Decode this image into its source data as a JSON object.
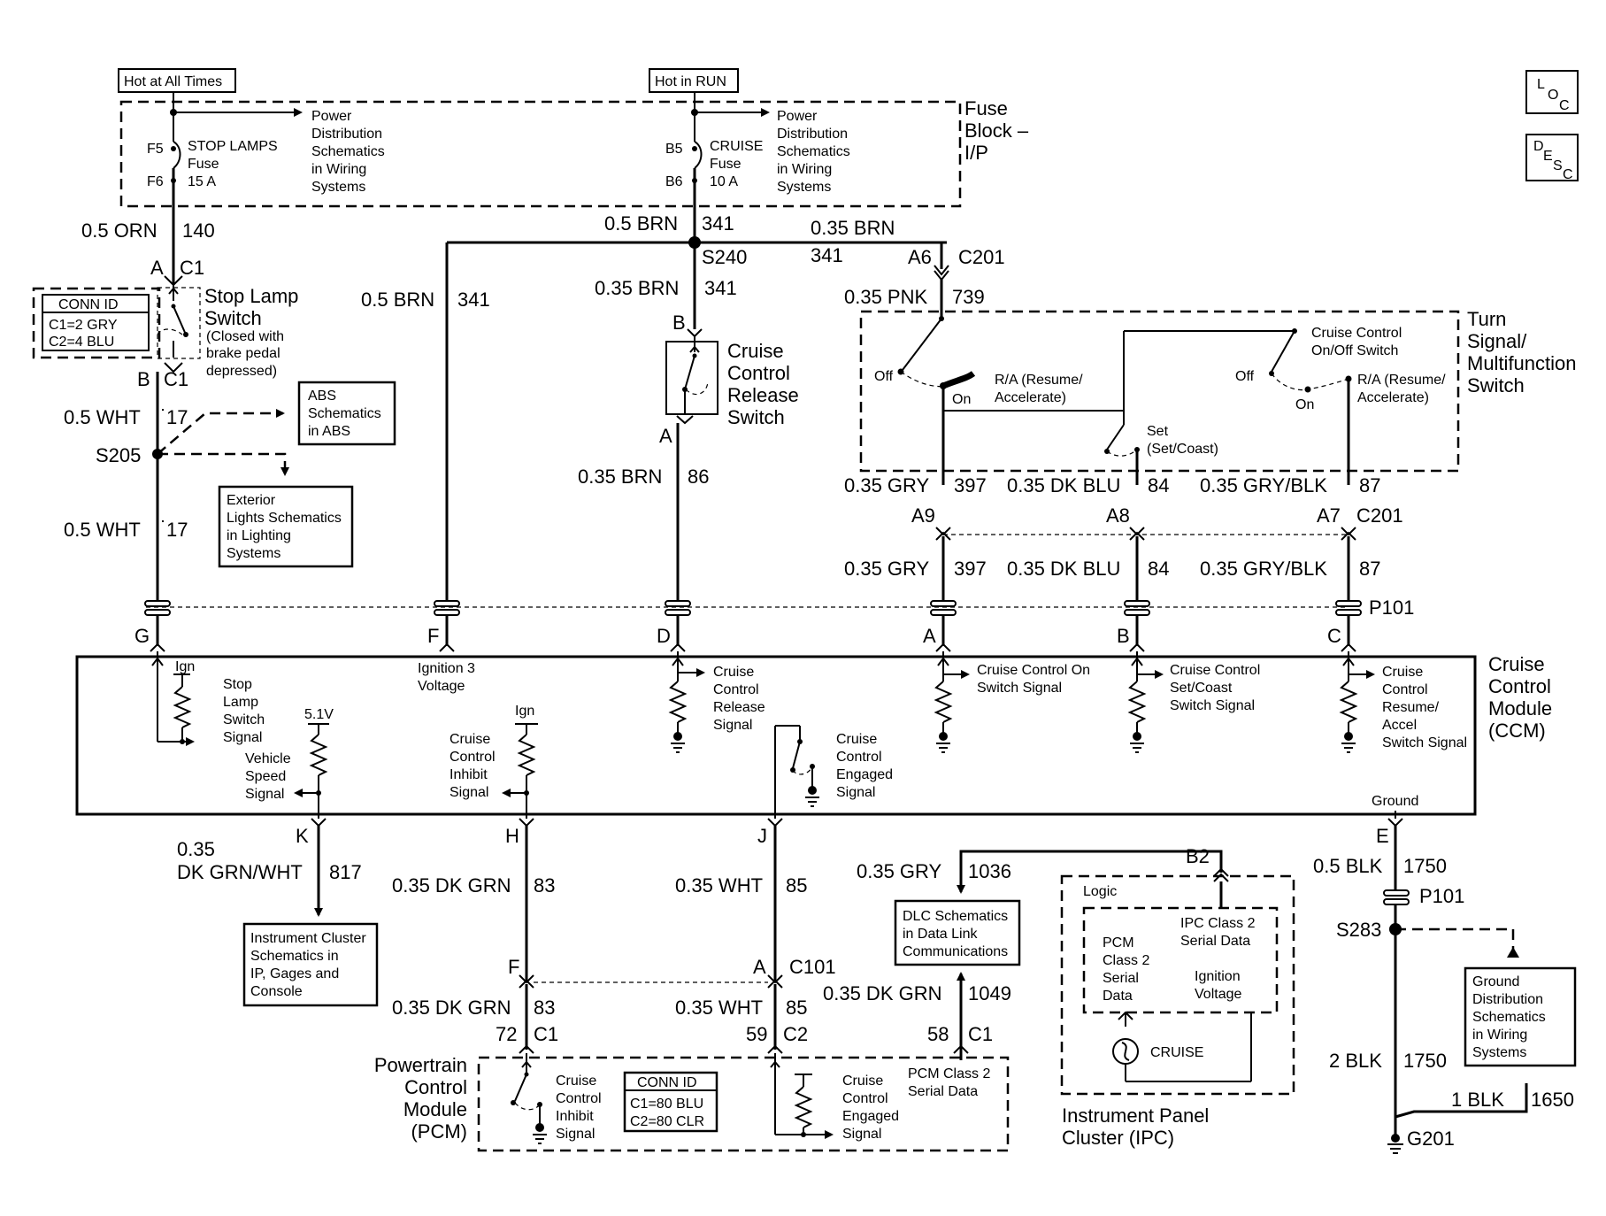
{
  "icons": {
    "loc": {
      "letters": [
        "L",
        "O",
        "C"
      ]
    },
    "desc": {
      "letters": [
        "D",
        "E",
        "S",
        "C"
      ]
    }
  },
  "power": {
    "hot_all": "Hot at All Times",
    "hot_run": "Hot in RUN",
    "fuse_block_label": [
      "Fuse",
      "Block –",
      "I/P"
    ],
    "pds_note": [
      "Power",
      "Distribution",
      "Schematics",
      "in Wiring",
      "Systems"
    ],
    "stop_fuse": {
      "top_pin": "F5",
      "bottom_pin": "F6",
      "label": [
        "STOP LAMPS",
        "Fuse",
        "15 A"
      ]
    },
    "cruise_fuse": {
      "top_pin": "B5",
      "bottom_pin": "B6",
      "label": [
        "CRUISE",
        "Fuse",
        "10 A"
      ]
    }
  },
  "stop_lamp": {
    "wire_top": {
      "gauge": "0.5 ORN",
      "circuit": "140"
    },
    "pin_a": "A",
    "conn_a": "C1",
    "conn_id_title": "CONN ID",
    "conn_id_lines": [
      "C1=2 GRY",
      "C2=4 BLU"
    ],
    "label": [
      "Stop Lamp",
      "Switch"
    ],
    "sub": [
      "(Closed with",
      "brake pedal",
      "depressed)"
    ],
    "pin_b": "B",
    "conn_b": "C1",
    "wire_bottom": {
      "gauge": "0.5 WHT",
      "circuit": "17"
    },
    "splice": "S205",
    "abs_note": [
      "ABS",
      "Schematics",
      "in ABS"
    ],
    "ext_note": [
      "Exterior",
      "Lights Schematics",
      "in Lighting",
      "Systems"
    ],
    "wire_lower": {
      "gauge": "0.5 WHT",
      "circuit": "17"
    }
  },
  "cruise_feed": {
    "wire_top": {
      "gauge": "0.5 BRN",
      "circuit": "341"
    },
    "splice": "S240",
    "left_wire": {
      "gauge": "0.5 BRN",
      "circuit": "341"
    },
    "right_wire": {
      "gauge": "0.35 BRN",
      "circuit": "341"
    },
    "pin_a6": "A6",
    "conn_c201": "C201",
    "down_wire": {
      "gauge": "0.35 BRN",
      "circuit": "341"
    },
    "pnk_wire": {
      "gauge": "0.35 PNK",
      "circuit": "739"
    },
    "release_pin_b": "B",
    "release_label": [
      "Cruise",
      "Control",
      "Release",
      "Switch"
    ],
    "release_pin_a": "A",
    "release_wire": {
      "gauge": "0.35 BRN",
      "circuit": "86"
    }
  },
  "turn_signal": {
    "label": [
      "Turn",
      "Signal/",
      "Multifunction",
      "Switch"
    ],
    "off": "Off",
    "on": "On",
    "ra_label": [
      "R/A (Resume/",
      "Accelerate)"
    ],
    "onoff_label": [
      "Cruise Control",
      "On/Off Switch"
    ],
    "off2": "Off",
    "on2": "On",
    "ra2_label": [
      "R/A (Resume/",
      "Accelerate)"
    ],
    "set_label": [
      "Set",
      "(Set/Coast)"
    ],
    "wires_upper": [
      {
        "gauge": "0.35 GRY",
        "circuit": "397",
        "pin": "A9"
      },
      {
        "gauge": "0.35 DK BLU",
        "circuit": "84",
        "pin": "A8"
      },
      {
        "gauge": "0.35 GRY/BLK",
        "circuit": "87",
        "pin": "A7"
      }
    ],
    "conn": "C201",
    "wires_lower": [
      {
        "gauge": "0.35 GRY",
        "circuit": "397"
      },
      {
        "gauge": "0.35 DK BLU",
        "circuit": "84"
      },
      {
        "gauge": "0.35 GRY/BLK",
        "circuit": "87"
      }
    ],
    "p101": "P101"
  },
  "ccm": {
    "label": [
      "Cruise",
      "Control",
      "Module",
      "(CCM)"
    ],
    "pins_top": [
      "G",
      "F",
      "D",
      "A",
      "B",
      "C"
    ],
    "ign": "Ign",
    "stop_signal": [
      "Stop",
      "Lamp",
      "Switch",
      "Signal"
    ],
    "ign3": [
      "Ignition 3",
      "Voltage"
    ],
    "release_signal": [
      "Cruise",
      "Control",
      "Release",
      "Signal"
    ],
    "on_signal": [
      "Cruise Control On",
      "Switch Signal"
    ],
    "setcoast_signal": [
      "Cruise Control",
      "Set/Coast",
      "Switch Signal"
    ],
    "resume_signal": [
      "Cruise",
      "Control",
      "Resume/",
      "Accel",
      "Switch Signal"
    ],
    "v51": "5.1V",
    "vss": [
      "Vehicle",
      "Speed",
      "Signal"
    ],
    "ign2": "Ign",
    "inhibit": [
      "Cruise",
      "Control",
      "Inhibit",
      "Signal"
    ],
    "engaged": [
      "Cruise",
      "Control",
      "Engaged",
      "Signal"
    ],
    "ground": "Ground",
    "pins_bottom": [
      "K",
      "H",
      "J",
      "E"
    ]
  },
  "lower": {
    "k_wire": {
      "gauge": [
        "0.35",
        "DK GRN/WHT"
      ],
      "circuit": "817"
    },
    "ic_note": [
      "Instrument Cluster",
      "Schematics in",
      "IP, Gages and",
      "Console"
    ],
    "h_wire": {
      "gauge": "0.35 DK GRN",
      "circuit": "83"
    },
    "j_wire": {
      "gauge": "0.35 WHT",
      "circuit": "85"
    },
    "pin_f": "F",
    "pin_a": "A",
    "conn_c101": "C101",
    "h_wire2": {
      "gauge": "0.35 DK GRN",
      "circuit": "83"
    },
    "j_wire2": {
      "gauge": "0.35 WHT",
      "circuit": "85"
    },
    "pcm_pin72": "72",
    "pcm_c1": "C1",
    "pcm_pin59": "59",
    "pcm_c2": "C2",
    "pcm_label": [
      "Powertrain",
      "Control",
      "Module",
      "(PCM)"
    ],
    "pcm_inhibit": [
      "Cruise",
      "Control",
      "Inhibit",
      "Signal"
    ],
    "pcm_conn_title": "CONN ID",
    "pcm_conn_lines": [
      "C1=80 BLU",
      "C2=80 CLR"
    ],
    "pcm_engaged": [
      "Cruise",
      "Control",
      "Engaged",
      "Signal"
    ],
    "pcm_class2": [
      "PCM Class 2",
      "Serial Data"
    ],
    "gry_wire": {
      "gauge": "0.35 GRY",
      "circuit": "1036"
    },
    "dlc_note": [
      "DLC Schematics",
      "in Data Link",
      "Communications"
    ],
    "dkgrn_wire": {
      "gauge": "0.35 DK GRN",
      "circuit": "1049"
    },
    "pcm_pin58": "58",
    "pcm_c1b": "C1",
    "ipc_pin": "B2",
    "ipc_logic": "Logic",
    "ipc_pcm_data": [
      "PCM",
      "Class 2",
      "Serial",
      "Data"
    ],
    "ipc_class2": [
      "IPC Class 2",
      "Serial Data"
    ],
    "ipc_ign": [
      "Ignition",
      "Voltage"
    ],
    "ipc_cruise": "CRUISE",
    "ipc_label": [
      "Instrument Panel",
      "Cluster (IPC)"
    ],
    "e_wire": {
      "gauge": "0.5 BLK",
      "circuit": "1750"
    },
    "p101": "P101",
    "splice": "S283",
    "gnd_note": [
      "Ground",
      "Distribution",
      "Schematics",
      "in Wiring",
      "Systems"
    ],
    "e_wire2": {
      "gauge": "2 BLK",
      "circuit": "1750"
    },
    "blk_wire": {
      "gauge": "1 BLK",
      "circuit": "1650"
    },
    "ground": "G201"
  }
}
